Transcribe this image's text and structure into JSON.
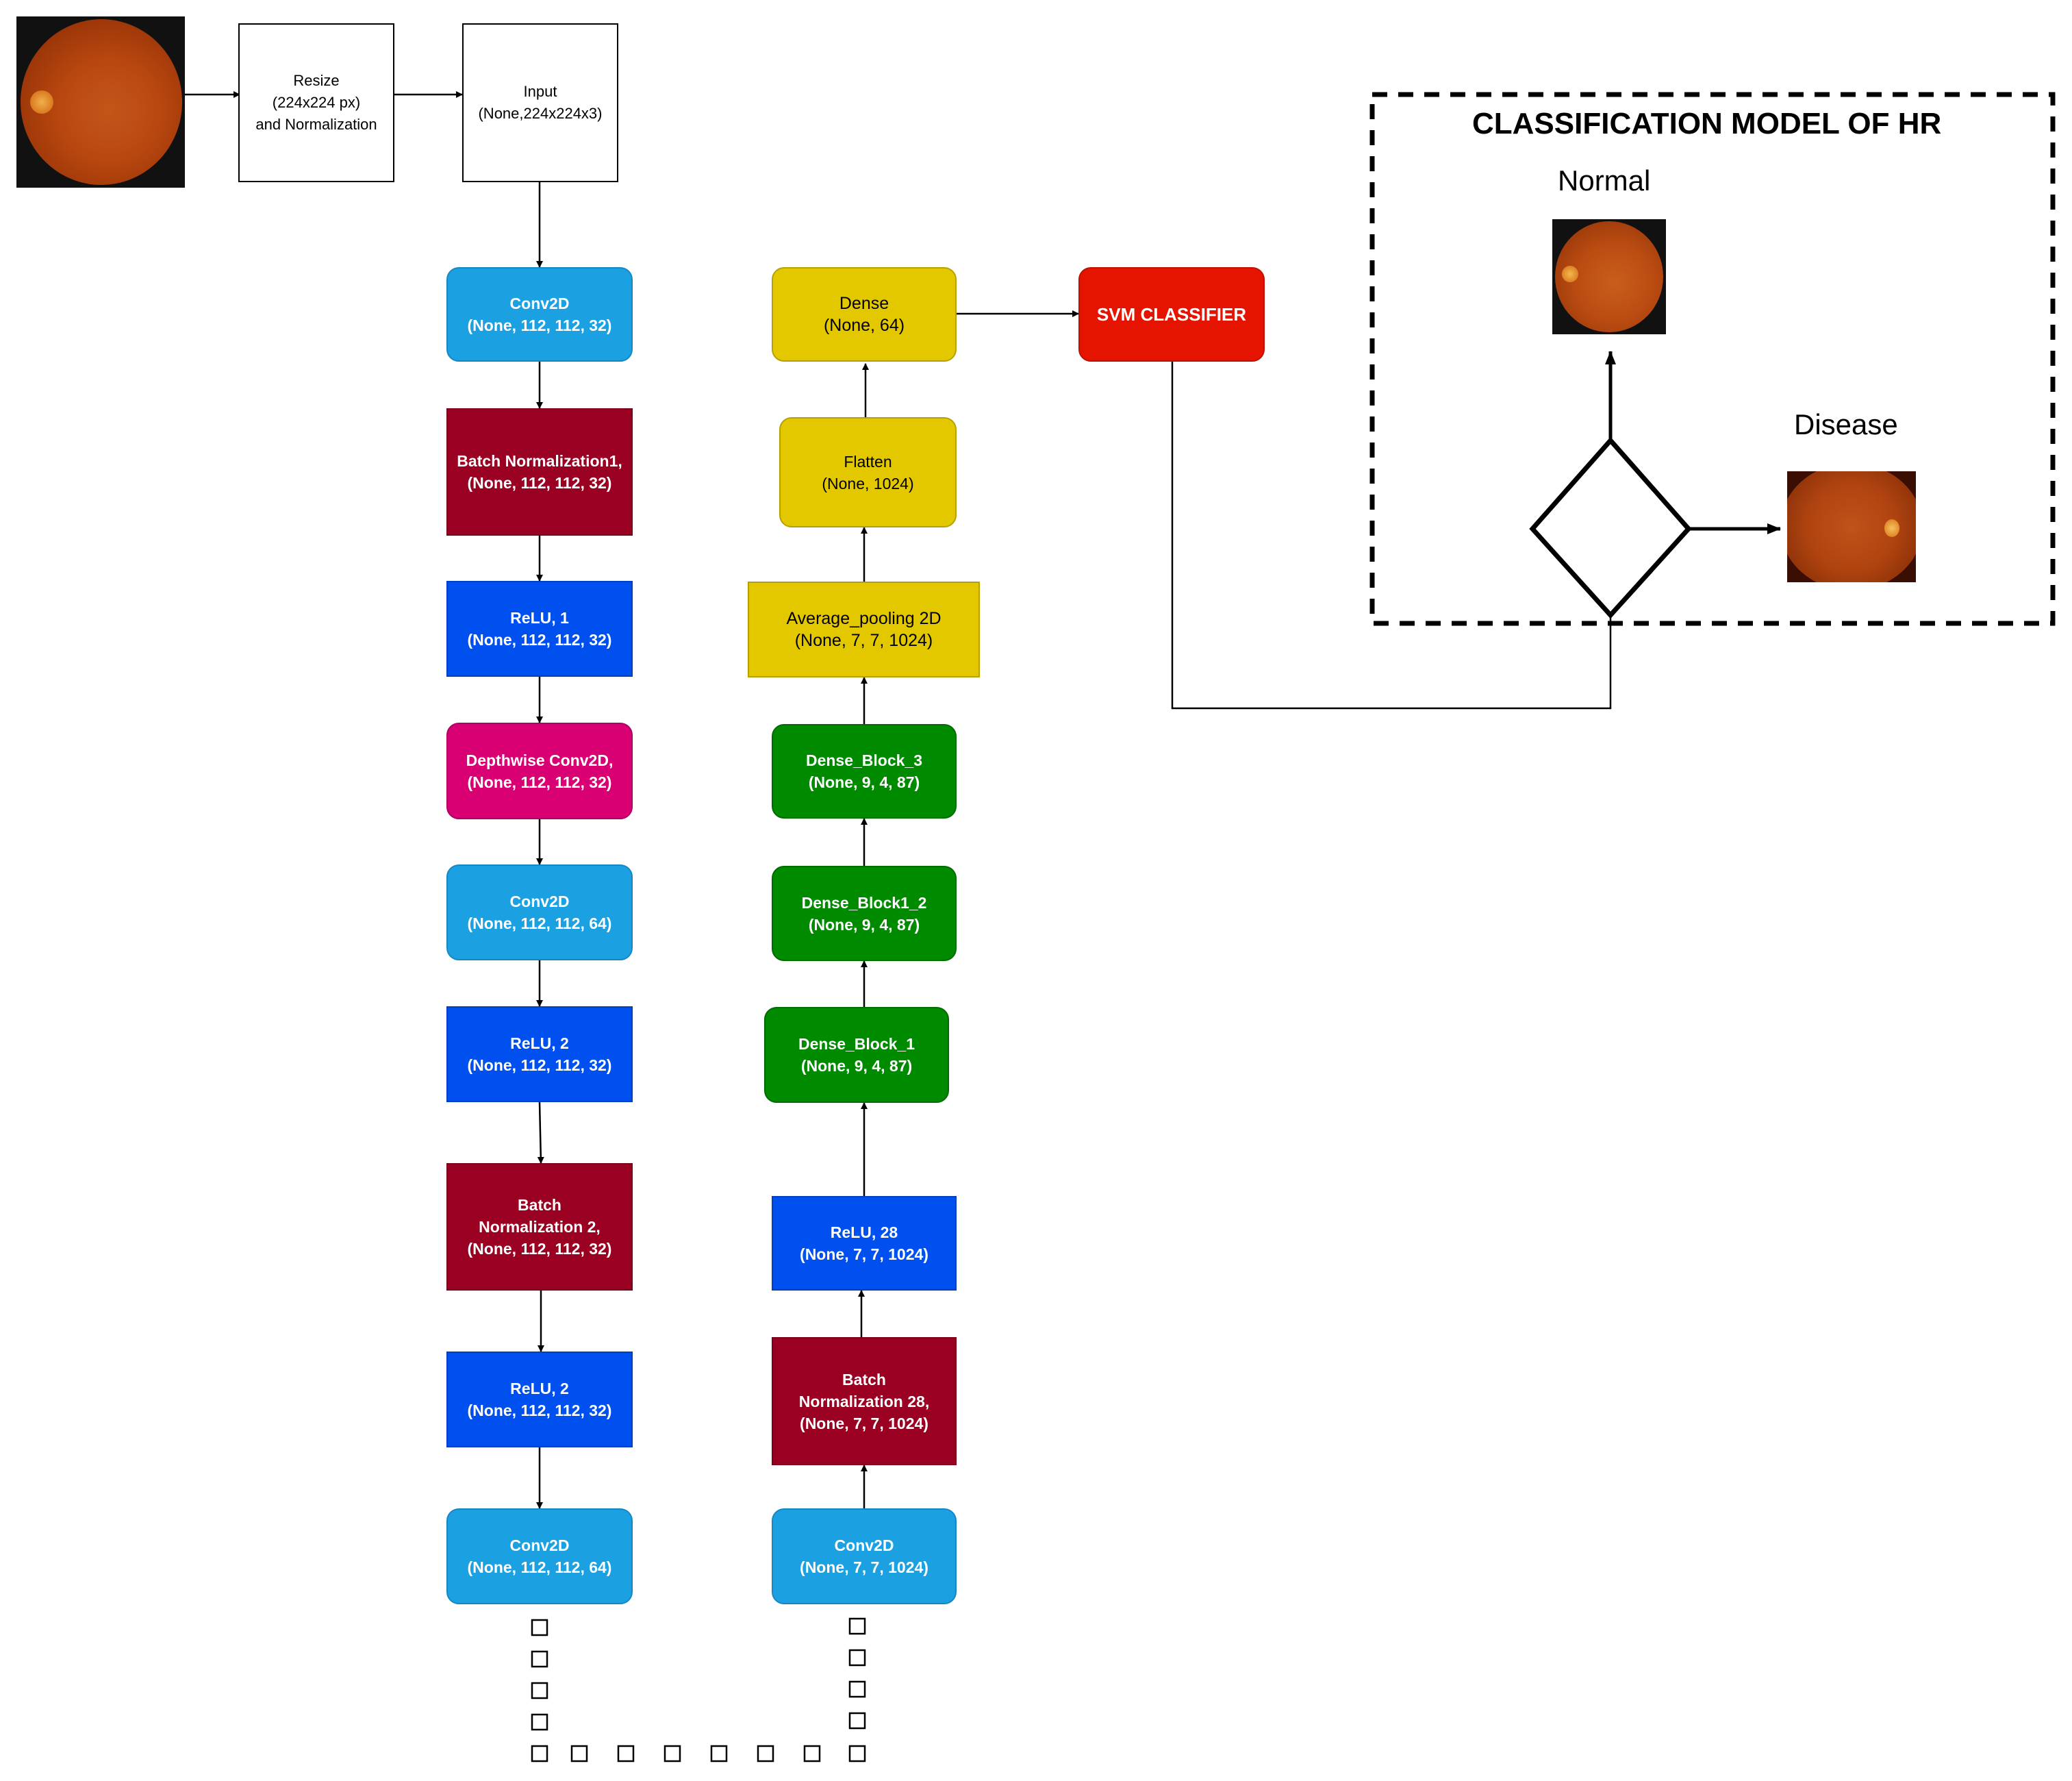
{
  "left_column": [
    {
      "id": "conv2d-1",
      "line1": "Conv2D",
      "line2": "(None, 112, 112, 32)"
    },
    {
      "id": "batch-norm-1",
      "line1": "Batch Normalization1,",
      "line2": "(None, 112, 112, 32)"
    },
    {
      "id": "relu-1",
      "line1": "ReLU, 1",
      "line2": "(None, 112, 112, 32)"
    },
    {
      "id": "depthwise-conv2d",
      "line1": "Depthwise Conv2D,",
      "line2": "(None, 112, 112, 32)"
    },
    {
      "id": "conv2d-2",
      "line1": "Conv2D",
      "line2": "(None, 112, 112, 64)"
    },
    {
      "id": "relu-2a",
      "line1": "ReLU, 2",
      "line2": "(None, 112, 112, 32)"
    },
    {
      "id": "batch-norm-2",
      "line1": "Batch",
      "line2": "Normalization 2,",
      "line3": "(None, 112, 112, 32)"
    },
    {
      "id": "relu-2b",
      "line1": "ReLU, 2",
      "line2": "(None, 112, 112, 32)"
    },
    {
      "id": "conv2d-3",
      "line1": "Conv2D",
      "line2": "(None, 112, 112, 64)"
    }
  ],
  "right_column": [
    {
      "id": "dense-64",
      "line1": "Dense",
      "line2": "(None, 64)"
    },
    {
      "id": "flatten",
      "line1": "Flatten",
      "line2": "(None, 1024)"
    },
    {
      "id": "average-pooling",
      "line1": "Average_pooling 2D",
      "line2": "(None, 7, 7, 1024)"
    },
    {
      "id": "dense-block-3",
      "line1": "Dense_Block_3",
      "line2": "(None, 9, 4, 87)"
    },
    {
      "id": "dense-block-1-2",
      "line1": "Dense_Block1_2",
      "line2": "(None, 9, 4, 87)"
    },
    {
      "id": "dense-block-1",
      "line1": "Dense_Block_1",
      "line2": "(None, 9, 4, 87)"
    },
    {
      "id": "relu-28",
      "line1": "ReLU, 28",
      "line2": "(None, 7, 7, 1024)"
    },
    {
      "id": "batch-norm-28",
      "line1": "Batch",
      "line2": "Normalization 28,",
      "line3": "(None, 7, 7, 1024)"
    },
    {
      "id": "conv2d-1024",
      "line1": "Conv2D",
      "line2": "(None, 7, 7, 1024)"
    }
  ],
  "preprocess": {
    "resize_line1": "Resize",
    "resize_line2": "(224x224 px)",
    "resize_line3": "and Normalization",
    "input_line1": "Input",
    "input_line2": "(None,224x224x3)"
  },
  "svm_label": "SVM CLASSIFIER",
  "classification": {
    "title": "CLASSIFICATION MODEL OF HR",
    "normal_label": "Normal",
    "disease_label": "Disease"
  },
  "colors": {
    "conv": "#1ba1e2",
    "batch_norm": "#990021",
    "relu": "#0050ef",
    "depthwise": "#d80073",
    "dense_block": "#008a00",
    "yellow": "#e3c800",
    "svm": "#e51400"
  }
}
